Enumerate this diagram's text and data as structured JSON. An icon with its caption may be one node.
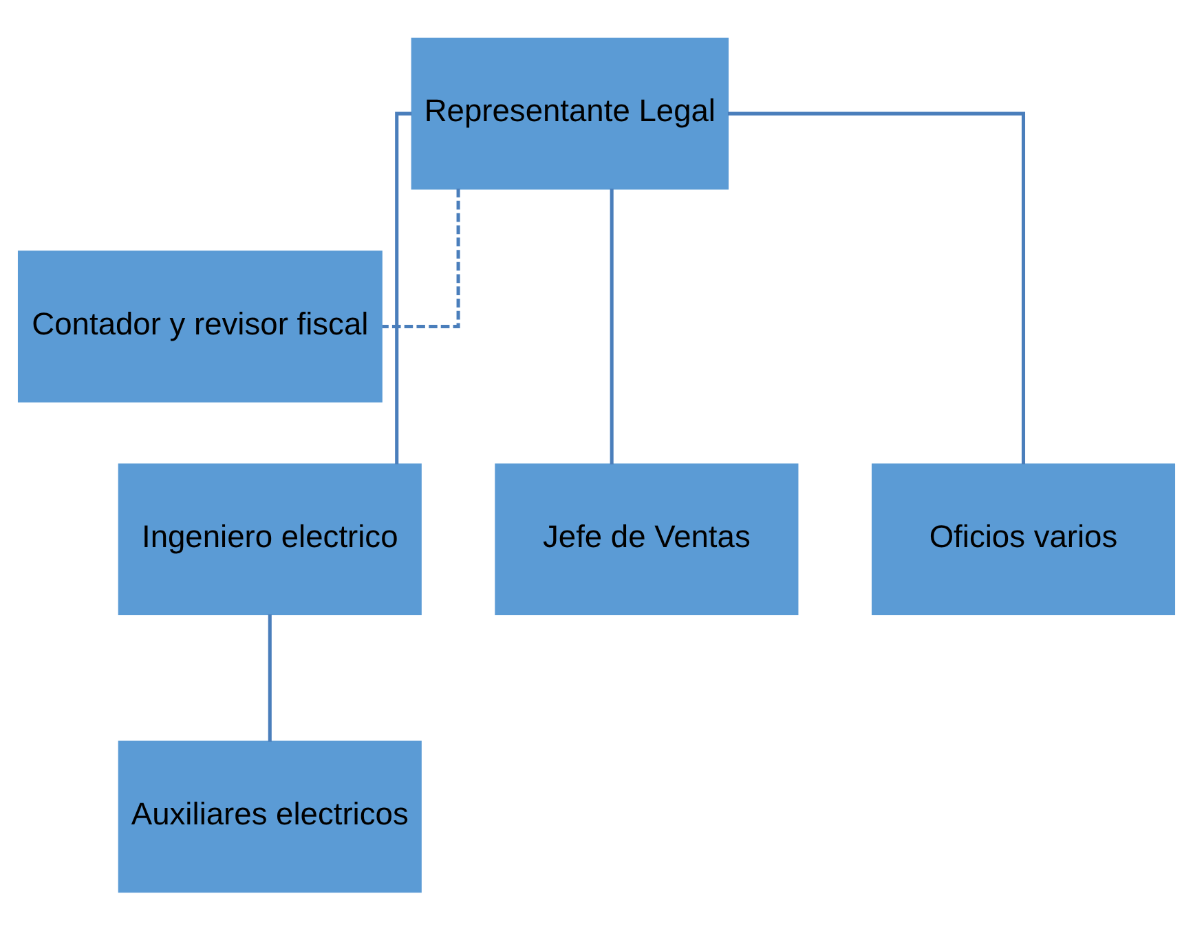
{
  "diagram": {
    "nodes": [
      {
        "text": [
          "Representante Legal"
        ]
      },
      {
        "text": [
          "Contador y revisor fiscal"
        ]
      },
      {
        "text": [
          "Ingeniero electrico"
        ]
      },
      {
        "text": [
          "Jefe de Ventas"
        ]
      },
      {
        "text": [
          "Oficios varios"
        ]
      },
      {
        "text": [
          "Auxiliares electricos"
        ]
      }
    ],
    "edges": [
      {
        "from": 0,
        "to": 1,
        "arrow": "none",
        "style": "dashed"
      },
      {
        "from": 0,
        "to": 2,
        "arrow": "none"
      },
      {
        "from": 0,
        "to": 3,
        "arrow": "none"
      },
      {
        "from": 0,
        "to": 4,
        "arrow": "none"
      },
      {
        "from": 2,
        "to": 5,
        "arrow": "none"
      }
    ]
  }
}
